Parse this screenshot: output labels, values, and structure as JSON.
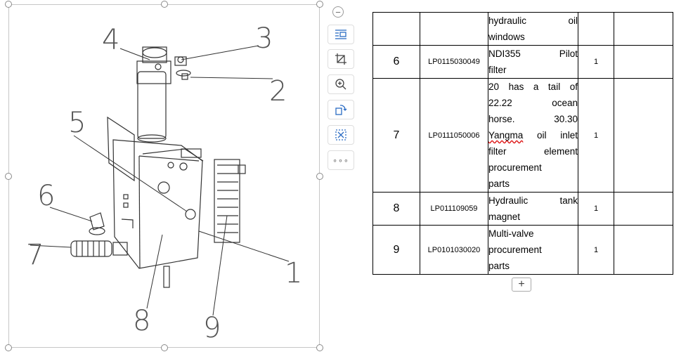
{
  "drawing": {
    "callouts": [
      "4",
      "3",
      "2",
      "5",
      "6",
      "7",
      "8",
      "9",
      "1"
    ]
  },
  "toolbar": {
    "collapse_glyph": "−",
    "more_label": "∘∘∘",
    "icons": [
      "wrap-text-icon",
      "crop-icon",
      "zoom-in-icon",
      "rotate-icon",
      "compress-icon",
      "more-icon"
    ]
  },
  "table": {
    "rows": [
      {
        "num": "",
        "code": "",
        "desc_lines": [
          "hydraulic oil",
          "windows"
        ],
        "qty": "",
        "extra": ""
      },
      {
        "num": "6",
        "code": "LP0115030049",
        "desc_lines": [
          "NDI355 Pilot",
          "filter"
        ],
        "qty": "1",
        "extra": ""
      },
      {
        "num": "7",
        "code": "LP0111050006",
        "desc_lines": [
          "20 has a tail of",
          "22.22 ocean",
          "horse. 30.30",
          "Yangma oil inlet",
          "filter element",
          "procurement",
          "parts"
        ],
        "qty": "1",
        "extra": ""
      },
      {
        "num": "8",
        "code": "LP011109059",
        "desc_lines": [
          "Hydraulic tank",
          "magnet"
        ],
        "qty": "1",
        "extra": ""
      },
      {
        "num": "9",
        "code": "LP0101030020",
        "desc_lines": [
          "Multi-valve",
          "procurement",
          "parts"
        ],
        "qty": "1",
        "extra": ""
      }
    ],
    "spellcheck_word": "Yangma",
    "add_row_glyph": "+"
  }
}
